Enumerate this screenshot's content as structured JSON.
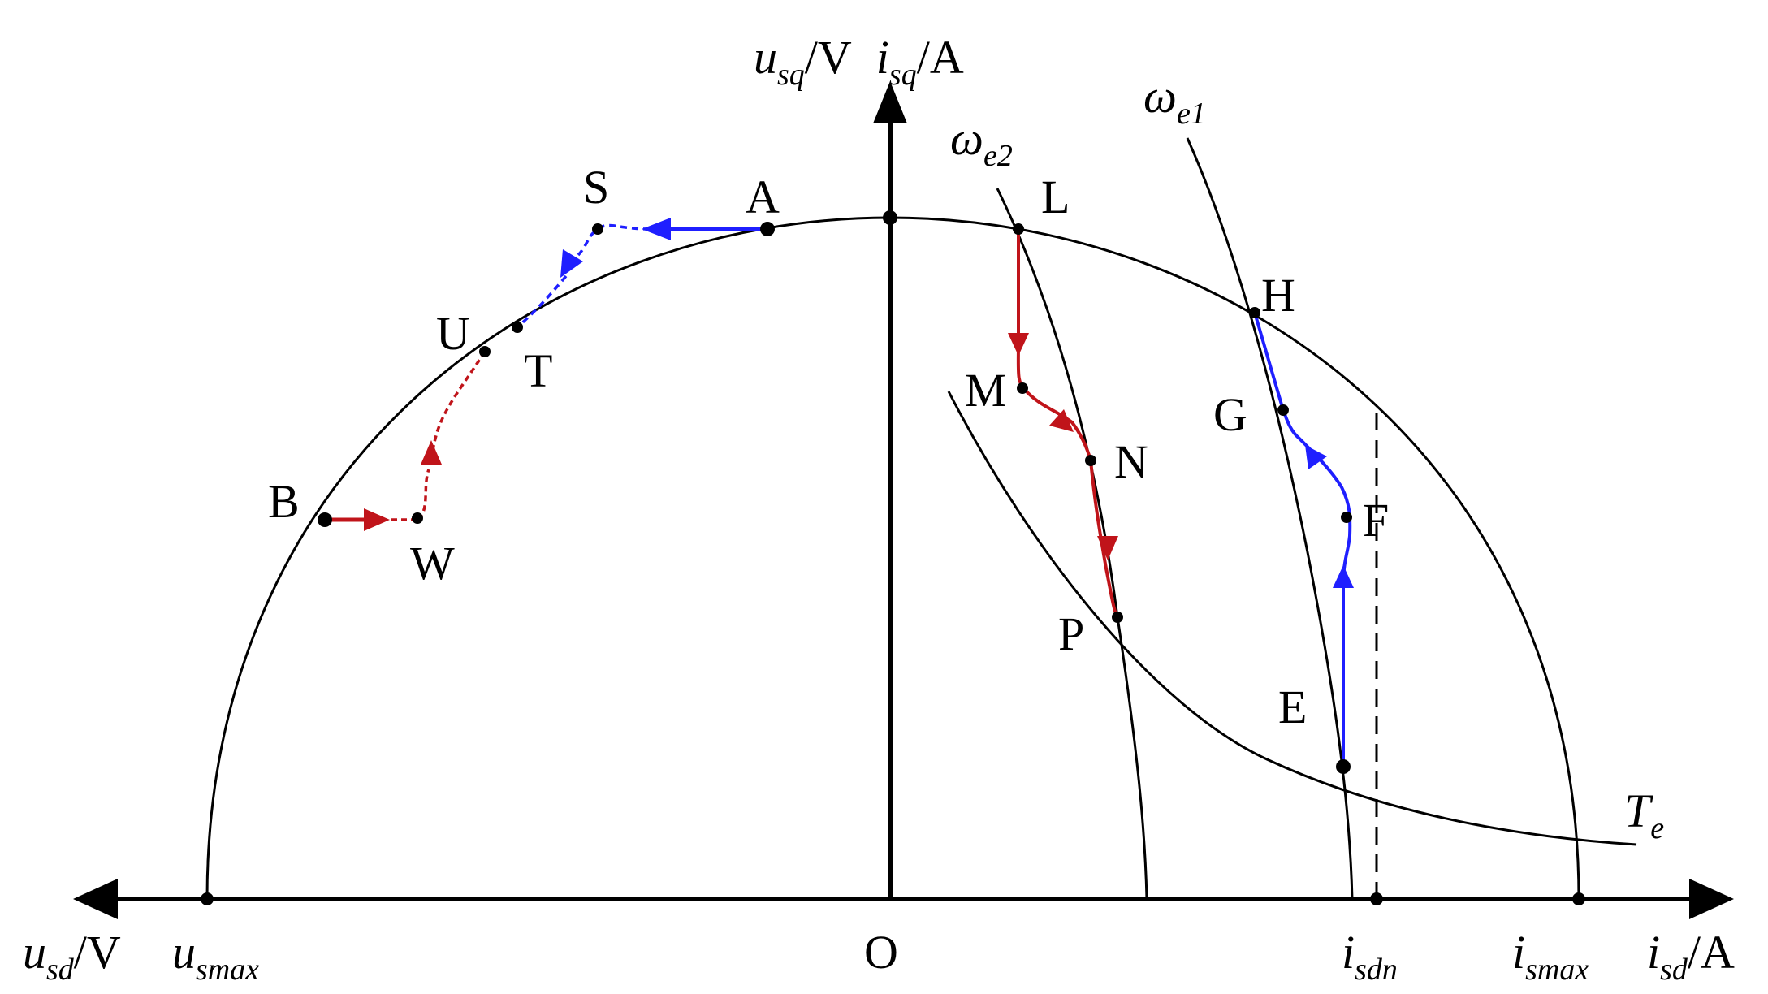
{
  "axes": {
    "vertical_label": {
      "main": "u",
      "sub": "sq",
      "unit": "/V",
      "main2": "i",
      "sub2": "sq",
      "unit2": "/A"
    },
    "horizontal_right_label": {
      "main": "i",
      "sub": "sd",
      "unit": "/A"
    },
    "horizontal_left_label": {
      "main": "u",
      "sub": "sd",
      "unit": "/V"
    },
    "origin_label": "O"
  },
  "axis_ticks": {
    "usmax": {
      "main": "u",
      "sub": "smax"
    },
    "isdn": {
      "main": "i",
      "sub": "sdn"
    },
    "ismax": {
      "main": "i",
      "sub": "smax"
    }
  },
  "curve_labels": {
    "we1": {
      "main": "ω",
      "sub": "e1"
    },
    "we2": {
      "main": "ω",
      "sub": "e2"
    },
    "te": {
      "main": "T",
      "sub": "e"
    }
  },
  "points": {
    "A": "A",
    "S": "S",
    "T": "T",
    "U": "U",
    "B": "B",
    "W": "W",
    "L": "L",
    "M": "M",
    "N": "N",
    "P": "P",
    "H": "H",
    "G": "G",
    "F": "F",
    "E": "E"
  },
  "colors": {
    "axis": "#000000",
    "blue_path": "#1f1fff",
    "red_path": "#c0141a"
  }
}
